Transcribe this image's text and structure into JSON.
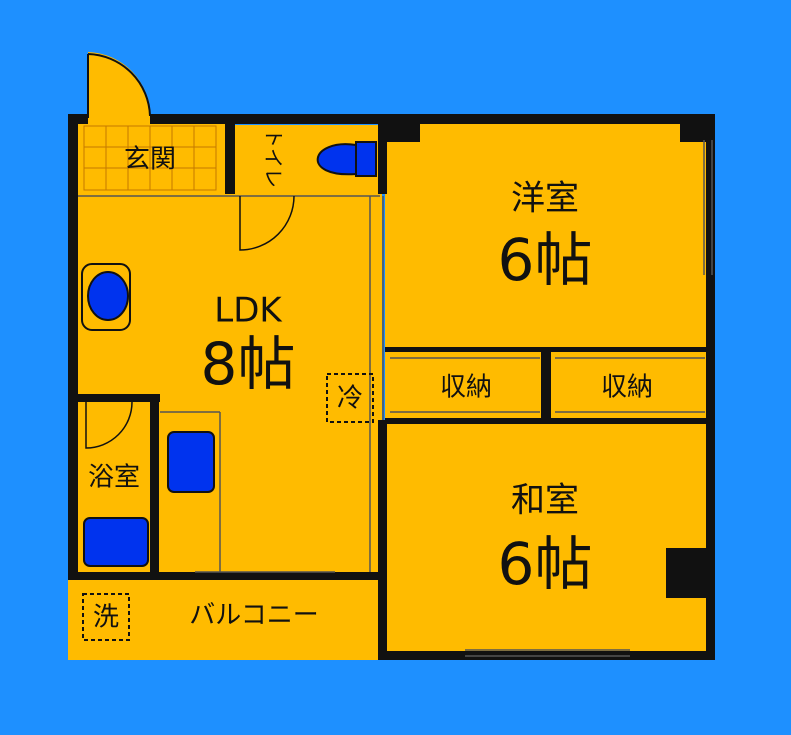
{
  "colors": {
    "background": "#1E90FF",
    "floor": "#FFBB00",
    "wall": "#111111",
    "fixture": "#0033EE",
    "thin_line": "#555555"
  },
  "rooms": {
    "entrance": {
      "name": "玄関"
    },
    "toilet": {
      "name": "トイレ"
    },
    "western": {
      "name": "洋室",
      "size": "6帖"
    },
    "ldk": {
      "name": "LDK",
      "size": "8帖"
    },
    "closet1": {
      "name": "収納"
    },
    "closet2": {
      "name": "収納"
    },
    "bath": {
      "name": "浴室"
    },
    "japanese": {
      "name": "和室",
      "size": "6帖"
    },
    "balcony": {
      "name": "バルコニー"
    }
  },
  "fixtures": {
    "fridge": {
      "mark": "冷"
    },
    "washer": {
      "mark": "洗"
    }
  }
}
